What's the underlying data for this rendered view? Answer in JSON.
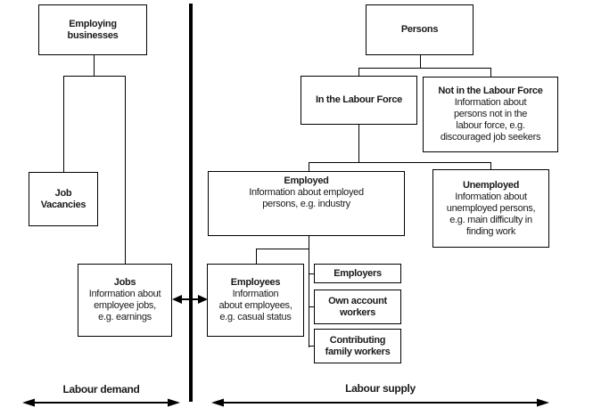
{
  "boxes": {
    "employing_businesses": {
      "title": "Employing\nbusinesses"
    },
    "job_vacancies": {
      "title": "Job\nVacancies"
    },
    "jobs": {
      "title": "Jobs",
      "desc": "Information about\nemployee jobs,\ne.g. earnings"
    },
    "persons": {
      "title": "Persons"
    },
    "in_labour_force": {
      "title": "In the Labour Force"
    },
    "not_in_labour_force": {
      "title": "Not in the Labour Force",
      "desc": "Information about\npersons not in the\nlabour force, e.g.\ndiscouraged job seekers"
    },
    "employed": {
      "title": "Employed",
      "desc": "Information about employed\npersons, e.g. industry"
    },
    "unemployed": {
      "title": "Unemployed",
      "desc": "Information about\nunemployed persons,\ne.g. main difficulty in\nfinding work"
    },
    "employees": {
      "title": "Employees",
      "desc": "Information\nabout employees,\ne.g. casual status"
    },
    "employers": {
      "title": "Employers"
    },
    "own_account_workers": {
      "title": "Own account\nworkers"
    },
    "contributing_family_workers": {
      "title": "Contributing\nfamily workers"
    }
  },
  "labels": {
    "labour_demand": "Labour demand",
    "labour_supply": "Labour supply"
  },
  "colors": {
    "line": "#000000",
    "background": "#ffffff",
    "box_border": "#000000"
  }
}
